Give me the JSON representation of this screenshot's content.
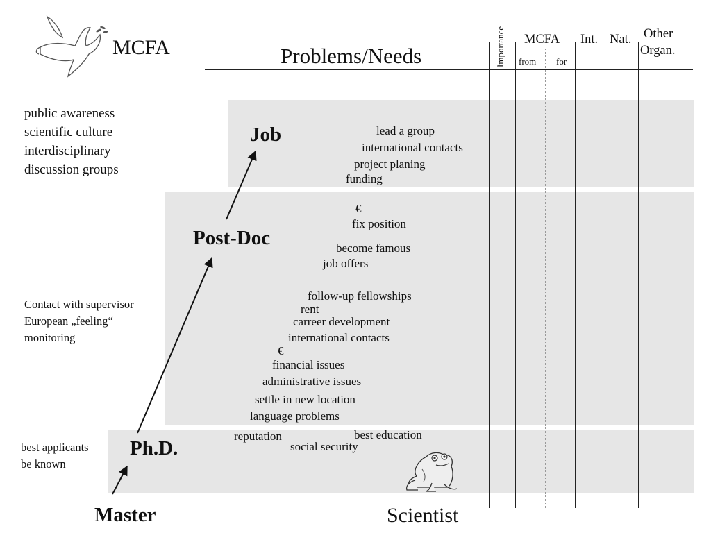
{
  "logo": {
    "text": "MCFA",
    "icon": "dove-icon"
  },
  "header": {
    "problems_title": "Problems/Needs",
    "importance": "Importance",
    "mcfa": "MCFA",
    "from": "from",
    "for": "for",
    "int": "Int.",
    "nat": "Nat.",
    "other_line1": "Other",
    "other_line2": "Organ."
  },
  "left_notes": {
    "job_level": [
      "public awareness",
      "scientific culture",
      "interdisciplinary",
      "discussion groups"
    ],
    "postdoc_level": [
      "Contact with supervisor",
      "European „feeling“",
      "monitoring"
    ],
    "phd_level": [
      "best applicants",
      "be known"
    ]
  },
  "stages": {
    "master": "Master",
    "phd": "Ph.D.",
    "postdoc": "Post-Doc",
    "job": "Job"
  },
  "needs": {
    "job": [
      "lead a group",
      "international contacts",
      "project planing",
      "funding"
    ],
    "postdoc": [
      "€",
      "fix position",
      "become famous",
      "job offers",
      "follow-up fellowships",
      "rent",
      "carreer development",
      "international contacts",
      "€",
      "financial issues",
      "administrative issues",
      "settle in new location",
      "language problems"
    ],
    "phd": [
      "reputation",
      "best education",
      "social security"
    ]
  },
  "footer": {
    "scientist": "Scientist",
    "icon": "frog-icon"
  },
  "colors": {
    "band": "#e6e6e6",
    "line": "#222222"
  }
}
